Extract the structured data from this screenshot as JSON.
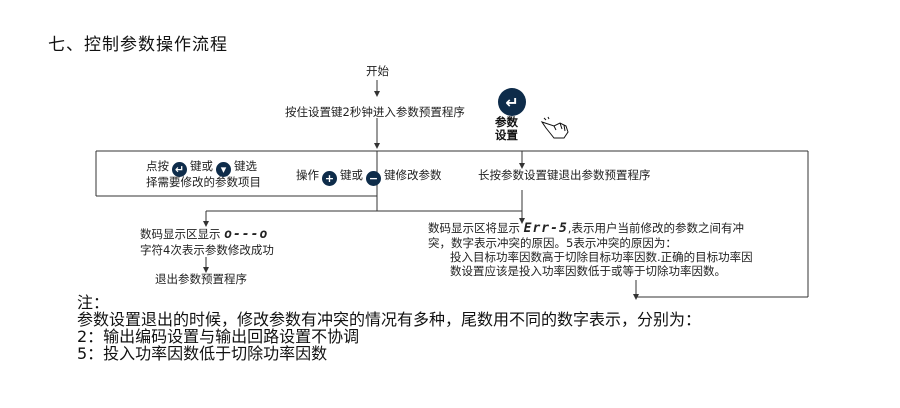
{
  "title": "七、控制参数操作流程",
  "flow": {
    "start": "开始",
    "enter_setup": "按住设置键2秒钟进入参数预置程序",
    "button_label_line1": "参数",
    "button_label_line2": "设置",
    "select_param_p1": "点按",
    "select_param_p2": "键或",
    "select_param_p3": "键选",
    "select_param_line2": "择需要修改的参数项目",
    "modify_p1": "操作",
    "modify_p2": "键或",
    "modify_p3": "键修改参数",
    "exit_hold": "长按参数设置键退出参数预置程序",
    "success_p1": "数码显示区显示",
    "success_seg": "o---o",
    "success_line2": "字符4次表示参数修改成功",
    "exit_setup": "退出参数预置程序",
    "error_p1": "数码显示区将显示",
    "error_seg": "Err-5",
    "error_p2": ",表示用户当前修改的参数之间有冲",
    "error_line2": "突，数字表示冲突的原因。5表示冲突的原因为：",
    "error_line3": "投入目标功率因数高于切除目标功率因数.正确的目标功率因",
    "error_line4": "数设置应该是投入功率因数低于或等于切除功率因数。"
  },
  "icons": {
    "enter": "enter-icon",
    "dropdown": "dropdown-circle-icon",
    "plus": "plus-icon",
    "minus": "minus-icon",
    "hand": "pointing-hand-icon"
  },
  "notes": {
    "heading": "注：",
    "line1": "参数设置退出的时候，修改参数有冲突的情况有多种，尾数用不同的数字表示，分别为：",
    "line2": "2：输出编码设置与输出回路设置不协调",
    "line3": "5：投入功率因数低于切除功率因数"
  },
  "colors": {
    "icon_fill": "#0e2c4a",
    "line": "#333333"
  }
}
